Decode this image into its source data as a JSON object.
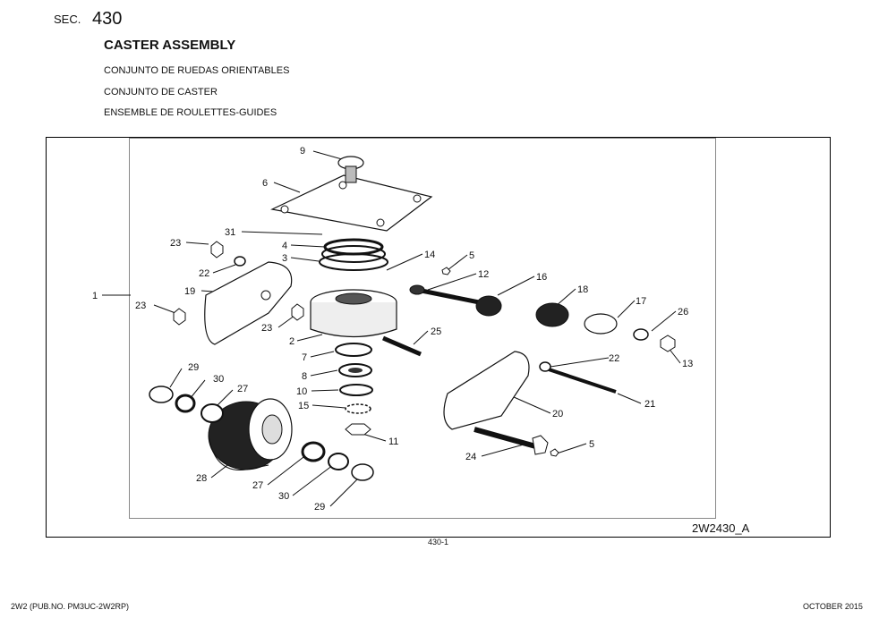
{
  "header": {
    "sec_label": "SEC.",
    "sec_number": "430",
    "title": "CASTER ASSEMBLY",
    "subtitles": [
      "CONJUNTO DE RUEDAS ORIENTABLES",
      "CONJUNTO DE CASTER",
      "ENSEMBLE DE ROULETTES-GUIDES"
    ]
  },
  "figure": {
    "id": "2W2430_A",
    "callouts": [
      "9",
      "6",
      "31",
      "4",
      "3",
      "14",
      "5",
      "12",
      "16",
      "18",
      "17",
      "26",
      "13",
      "23",
      "22",
      "19",
      "1",
      "23",
      "23",
      "2",
      "25",
      "7",
      "8",
      "10",
      "15",
      "11",
      "29",
      "30",
      "27",
      "28",
      "27",
      "30",
      "29",
      "22",
      "21",
      "20",
      "5",
      "24"
    ]
  },
  "page_number": "430-1",
  "footer": {
    "left": "2W2 (PUB.NO. PM3UC-2W2RP)",
    "right": "OCTOBER 2015"
  }
}
